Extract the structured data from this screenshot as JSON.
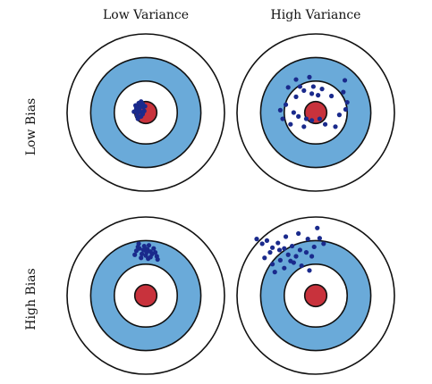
{
  "figure": {
    "column_labels": [
      "Low Variance",
      "High Variance"
    ],
    "row_labels": [
      "Low Bias",
      "High Bias"
    ],
    "colors": {
      "ring": "#6aaad9",
      "bullseye": "#c8323c",
      "point": "#1a2a8c",
      "outline": "#111111",
      "background": "#ffffff"
    },
    "targets": [
      {
        "name": "low-bias-low-variance",
        "points": [
          [
            -0.08,
            0.06
          ],
          [
            -0.1,
            0.0
          ],
          [
            -0.05,
            0.0
          ],
          [
            -0.12,
            0.04
          ],
          [
            -0.07,
            0.1
          ],
          [
            -0.03,
            0.07
          ],
          [
            -0.11,
            -0.04
          ],
          [
            -0.06,
            -0.05
          ],
          [
            -0.02,
            0.02
          ],
          [
            -0.13,
            0.09
          ],
          [
            -0.09,
            0.12
          ],
          [
            -0.04,
            0.11
          ],
          [
            -0.01,
            0.08
          ],
          [
            -0.1,
            -0.08
          ],
          [
            -0.15,
            0.01
          ],
          [
            -0.06,
            0.14
          ],
          [
            -0.08,
            0.03
          ],
          [
            -0.12,
            0.06
          ],
          [
            -0.04,
            -0.02
          ]
        ]
      },
      {
        "name": "low-bias-high-variance",
        "points": [
          [
            -0.35,
            0.32
          ],
          [
            -0.2,
            0.33
          ],
          [
            -0.03,
            0.33
          ],
          [
            0.08,
            0.3
          ],
          [
            -0.25,
            0.2
          ],
          [
            -0.15,
            0.28
          ],
          [
            -0.05,
            0.24
          ],
          [
            0.03,
            0.22
          ],
          [
            0.2,
            0.21
          ],
          [
            0.35,
            0.26
          ],
          [
            -0.45,
            0.03
          ],
          [
            -0.38,
            0.1
          ],
          [
            -0.28,
            0.0
          ],
          [
            -0.22,
            -0.05
          ],
          [
            -0.12,
            -0.08
          ],
          [
            -0.05,
            -0.1
          ],
          [
            0.05,
            -0.08
          ],
          [
            0.3,
            -0.03
          ],
          [
            0.38,
            0.04
          ],
          [
            -0.32,
            -0.15
          ],
          [
            -0.15,
            -0.18
          ],
          [
            0.12,
            -0.15
          ],
          [
            0.25,
            -0.18
          ],
          [
            0.4,
            0.13
          ],
          [
            -0.25,
            0.42
          ],
          [
            -0.08,
            0.45
          ],
          [
            0.37,
            0.41
          ],
          [
            -0.42,
            -0.08
          ]
        ]
      },
      {
        "name": "high-bias-low-variance",
        "points": [
          [
            -0.08,
            0.6
          ],
          [
            -0.03,
            0.58
          ],
          [
            0.02,
            0.59
          ],
          [
            0.06,
            0.56
          ],
          [
            -0.12,
            0.57
          ],
          [
            -0.05,
            0.53
          ],
          [
            0.0,
            0.51
          ],
          [
            0.08,
            0.53
          ],
          [
            0.12,
            0.55
          ],
          [
            -0.1,
            0.62
          ],
          [
            -0.02,
            0.63
          ],
          [
            0.04,
            0.64
          ],
          [
            0.1,
            0.6
          ],
          [
            -0.14,
            0.52
          ],
          [
            -0.06,
            0.48
          ],
          [
            0.03,
            0.47
          ],
          [
            0.14,
            0.5
          ],
          [
            -0.09,
            0.66
          ],
          [
            0.06,
            0.49
          ],
          [
            0.01,
            0.55
          ],
          [
            -0.01,
            0.6
          ],
          [
            0.15,
            0.46
          ]
        ]
      },
      {
        "name": "high-bias-high-variance",
        "points": [
          [
            -0.75,
            0.72
          ],
          [
            -0.68,
            0.66
          ],
          [
            -0.62,
            0.7
          ],
          [
            -0.55,
            0.61
          ],
          [
            -0.48,
            0.67
          ],
          [
            -0.4,
            0.6
          ],
          [
            -0.3,
            0.63
          ],
          [
            -0.2,
            0.58
          ],
          [
            -0.12,
            0.55
          ],
          [
            -0.02,
            0.62
          ],
          [
            0.02,
            0.86
          ],
          [
            0.05,
            0.73
          ],
          [
            -0.1,
            0.72
          ],
          [
            -0.05,
            0.5
          ],
          [
            -0.25,
            0.5
          ],
          [
            -0.35,
            0.52
          ],
          [
            -0.45,
            0.45
          ],
          [
            -0.55,
            0.4
          ],
          [
            -0.52,
            0.3
          ],
          [
            -0.4,
            0.35
          ],
          [
            -0.28,
            0.42
          ],
          [
            -0.18,
            0.38
          ],
          [
            -0.08,
            0.32
          ],
          [
            -0.58,
            0.55
          ],
          [
            -0.65,
            0.48
          ],
          [
            -0.38,
            0.75
          ],
          [
            -0.22,
            0.79
          ],
          [
            0.1,
            0.66
          ],
          [
            -0.32,
            0.44
          ],
          [
            -0.46,
            0.58
          ]
        ]
      }
    ]
  }
}
